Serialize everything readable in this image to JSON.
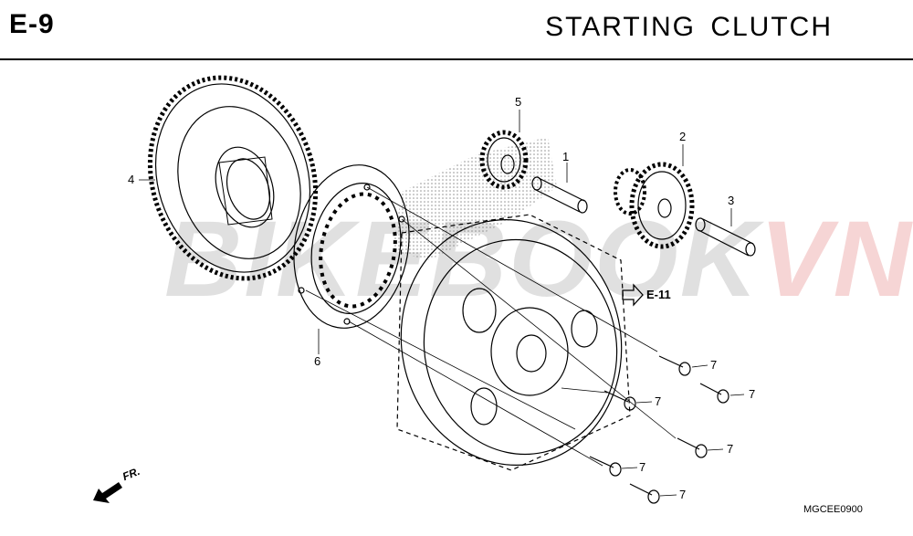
{
  "header": {
    "code": "E-9",
    "title": "STARTING  CLUTCH"
  },
  "watermark": {
    "part_a": "BIKEBOOK",
    "part_b": "VN"
  },
  "callouts": [
    {
      "id": "c1",
      "text": "1"
    },
    {
      "id": "c2",
      "text": "2"
    },
    {
      "id": "c3",
      "text": "3"
    },
    {
      "id": "c4",
      "text": "4"
    },
    {
      "id": "c5",
      "text": "5"
    },
    {
      "id": "c6",
      "text": "6"
    },
    {
      "id": "c7a",
      "text": "7"
    },
    {
      "id": "c7b",
      "text": "7"
    },
    {
      "id": "c7c",
      "text": "7"
    },
    {
      "id": "c7d",
      "text": "7"
    },
    {
      "id": "c7e",
      "text": "7"
    },
    {
      "id": "c7f",
      "text": "7"
    }
  ],
  "reference": {
    "label": "E-11"
  },
  "front_arrow": {
    "label": "FR."
  },
  "diagram_code": "MGCEE0900",
  "colors": {
    "line": "#000000",
    "watermark_red": "#cc0000",
    "watermark_gray": "#444444"
  }
}
